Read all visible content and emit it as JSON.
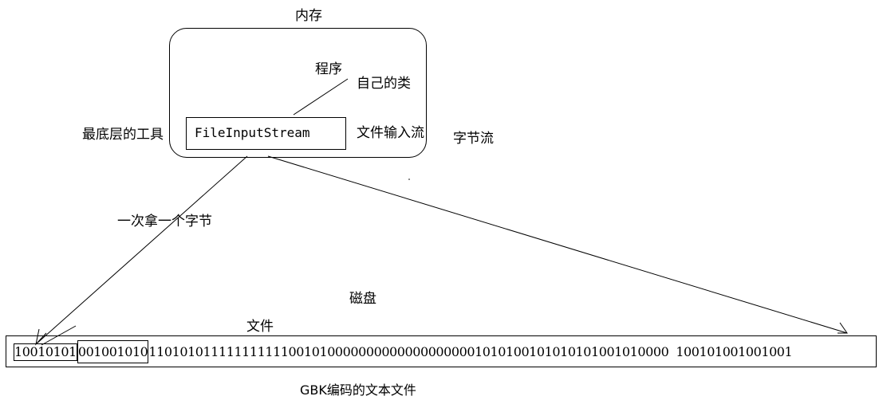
{
  "memory": {
    "label": "内存"
  },
  "program": {
    "label": "程序",
    "class_label": "自己的类"
  },
  "stream": {
    "class_name": "FileInputStream",
    "left_label": "最底层的工具",
    "right_label": "文件输入流",
    "stream_type": "字节流"
  },
  "read_note": "一次拿一个字节",
  "disk": {
    "label": "磁盘",
    "file_label": "文件",
    "byte1": "10010101",
    "byte2": "001001010",
    "rest_bits": "1101010111111111110010100000000000000000001010100101010101001010000",
    "tail_bits": "100101001001001",
    "caption": "GBK编码的文本文件"
  }
}
